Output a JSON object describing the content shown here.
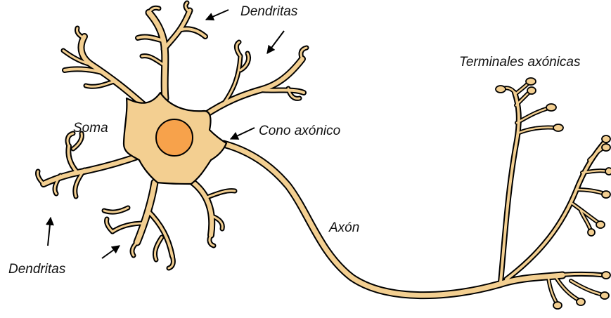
{
  "colors": {
    "cell_fill": "#F3CF91",
    "nucleus_fill": "#F7A24B",
    "outline": "#000000",
    "label_text": "#111111"
  },
  "labels": {
    "dendrites_top": "Dendritas",
    "dendrites_bottom": "Dendritas",
    "axon_terminals": "Terminales axónicas",
    "soma": "Soma",
    "axon_hillock": "Cono axónico",
    "axon": "Axón"
  }
}
